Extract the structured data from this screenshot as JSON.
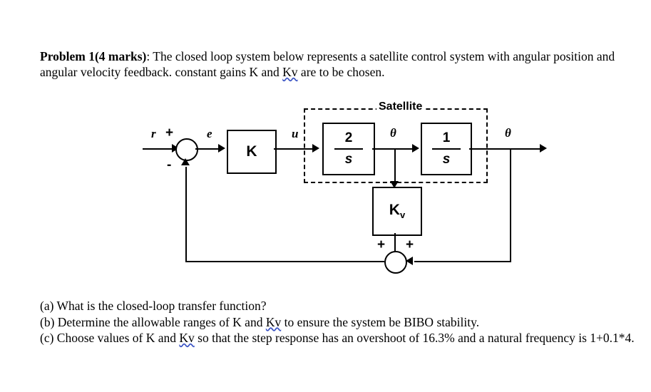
{
  "problem": {
    "title_bold": "Problem 1(4 marks)",
    "statement_rest": ": The closed loop system below represents a satellite control system with angular position and angular velocity feedback. constant gains K and ",
    "statement_gain": "Kv",
    "statement_tail": " are to be chosen."
  },
  "diagram": {
    "group_label": "Satellite",
    "input_label": "r",
    "error_label": "e",
    "control_label": "u",
    "theta_dot_label": "θ",
    "theta_label": "θ",
    "output_label": "θ",
    "gain_block": "K",
    "plant1": {
      "numerator": "2",
      "denominator": "s"
    },
    "plant2": {
      "numerator": "1",
      "denominator": "s"
    },
    "velocity_gain": {
      "base": "K",
      "sub": "v"
    },
    "sum1_plus": "+",
    "sum1_minus": "-",
    "sum2_plus_left": "+",
    "sum2_plus_right": "+"
  },
  "questions": [
    {
      "pre": "(a) What is the closed-loop transfer function?",
      "gain": "",
      "post": ""
    },
    {
      "pre": "(b) Determine the allowable ranges of K and ",
      "gain": "Kv",
      "post": " to ensure the system be BIBO stability."
    },
    {
      "pre": "(c) Choose values of K and ",
      "gain": "Kv",
      "post": " so that the step response has an overshoot of 16.3% and a natural frequency is 1+0.1*4."
    }
  ]
}
